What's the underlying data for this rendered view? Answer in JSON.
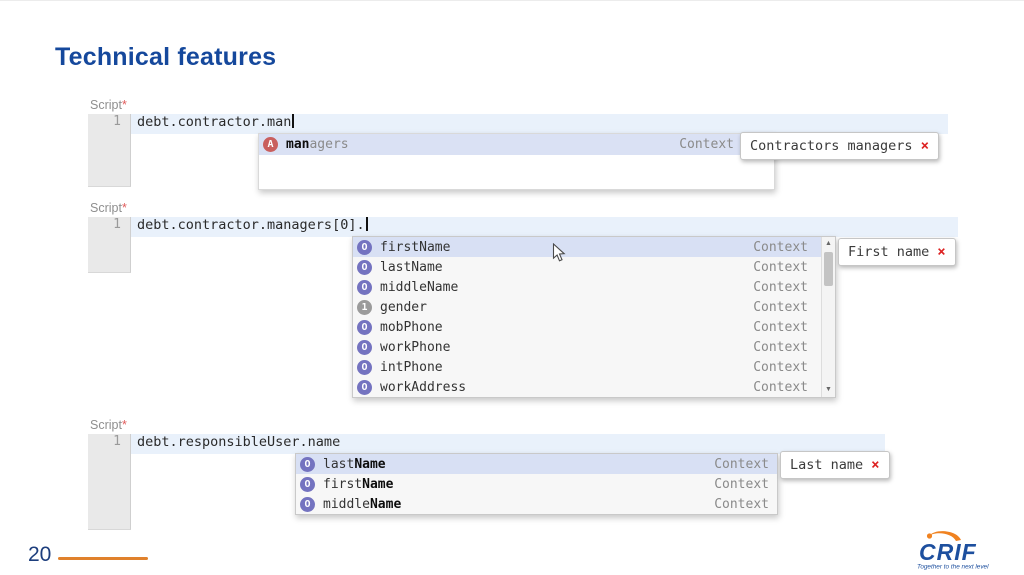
{
  "page": {
    "title": "Technical features",
    "page_number": "20"
  },
  "logo": {
    "brand": "CRIF",
    "tagline": "Together to the next level"
  },
  "icons": {
    "close": "×",
    "scroll_up": "▲",
    "scroll_down": "▼"
  },
  "colors": {
    "title_blue": "#15489c",
    "accent_orange": "#e0812c",
    "active_line_blue": "#e9f1fb",
    "selection_blue": "#d8e0f4",
    "icon_purple": "#7473c0",
    "icon_red": "#c95f5e",
    "icon_gray": "#9b9b9b",
    "close_red": "#dd2222"
  },
  "editors": [
    {
      "label": "Script",
      "required": "*",
      "line_number": "1",
      "code": "debt.contractor.man",
      "has_caret": true,
      "tag": "Contractors managers",
      "dropdown": {
        "items": [
          {
            "icon": "A",
            "icon_style": "red",
            "selected": true,
            "context": "Context",
            "segments": [
              {
                "t": "man",
                "b": 1
              },
              {
                "t": "agers",
                "m": 1
              }
            ]
          }
        ]
      }
    },
    {
      "label": "Script",
      "required": "*",
      "line_number": "1",
      "code": "debt.contractor.managers[0].",
      "has_caret": true,
      "tag": "First name",
      "dropdown": {
        "scrollbar": true,
        "items": [
          {
            "icon": "O",
            "icon_style": "purple",
            "selected": true,
            "context": "Context",
            "segments": [
              {
                "t": "firstName"
              }
            ]
          },
          {
            "icon": "O",
            "icon_style": "purple",
            "context": "Context",
            "segments": [
              {
                "t": "lastName"
              }
            ]
          },
          {
            "icon": "O",
            "icon_style": "purple",
            "context": "Context",
            "segments": [
              {
                "t": "middleName"
              }
            ]
          },
          {
            "icon": "1",
            "icon_style": "gray",
            "context": "Context",
            "segments": [
              {
                "t": "gender"
              }
            ]
          },
          {
            "icon": "O",
            "icon_style": "purple",
            "context": "Context",
            "segments": [
              {
                "t": "mobPhone"
              }
            ]
          },
          {
            "icon": "O",
            "icon_style": "purple",
            "context": "Context",
            "segments": [
              {
                "t": "workPhone"
              }
            ]
          },
          {
            "icon": "O",
            "icon_style": "purple",
            "context": "Context",
            "segments": [
              {
                "t": "intPhone"
              }
            ]
          },
          {
            "icon": "O",
            "icon_style": "purple",
            "context": "Context",
            "segments": [
              {
                "t": "workAddress"
              }
            ]
          }
        ]
      }
    },
    {
      "label": "Script",
      "required": "*",
      "line_number": "1",
      "code": "debt.responsibleUser.name",
      "has_caret": false,
      "tag": "Last name",
      "dropdown": {
        "items": [
          {
            "icon": "O",
            "icon_style": "purple",
            "selected": true,
            "context": "Context",
            "segments": [
              {
                "t": "last"
              },
              {
                "t": "Name",
                "b": 1
              }
            ]
          },
          {
            "icon": "O",
            "icon_style": "purple",
            "context": "Context",
            "segments": [
              {
                "t": "first"
              },
              {
                "t": "Name",
                "b": 1
              }
            ]
          },
          {
            "icon": "O",
            "icon_style": "purple",
            "context": "Context",
            "segments": [
              {
                "t": "middle"
              },
              {
                "t": "Name",
                "b": 1
              }
            ]
          }
        ]
      }
    }
  ]
}
